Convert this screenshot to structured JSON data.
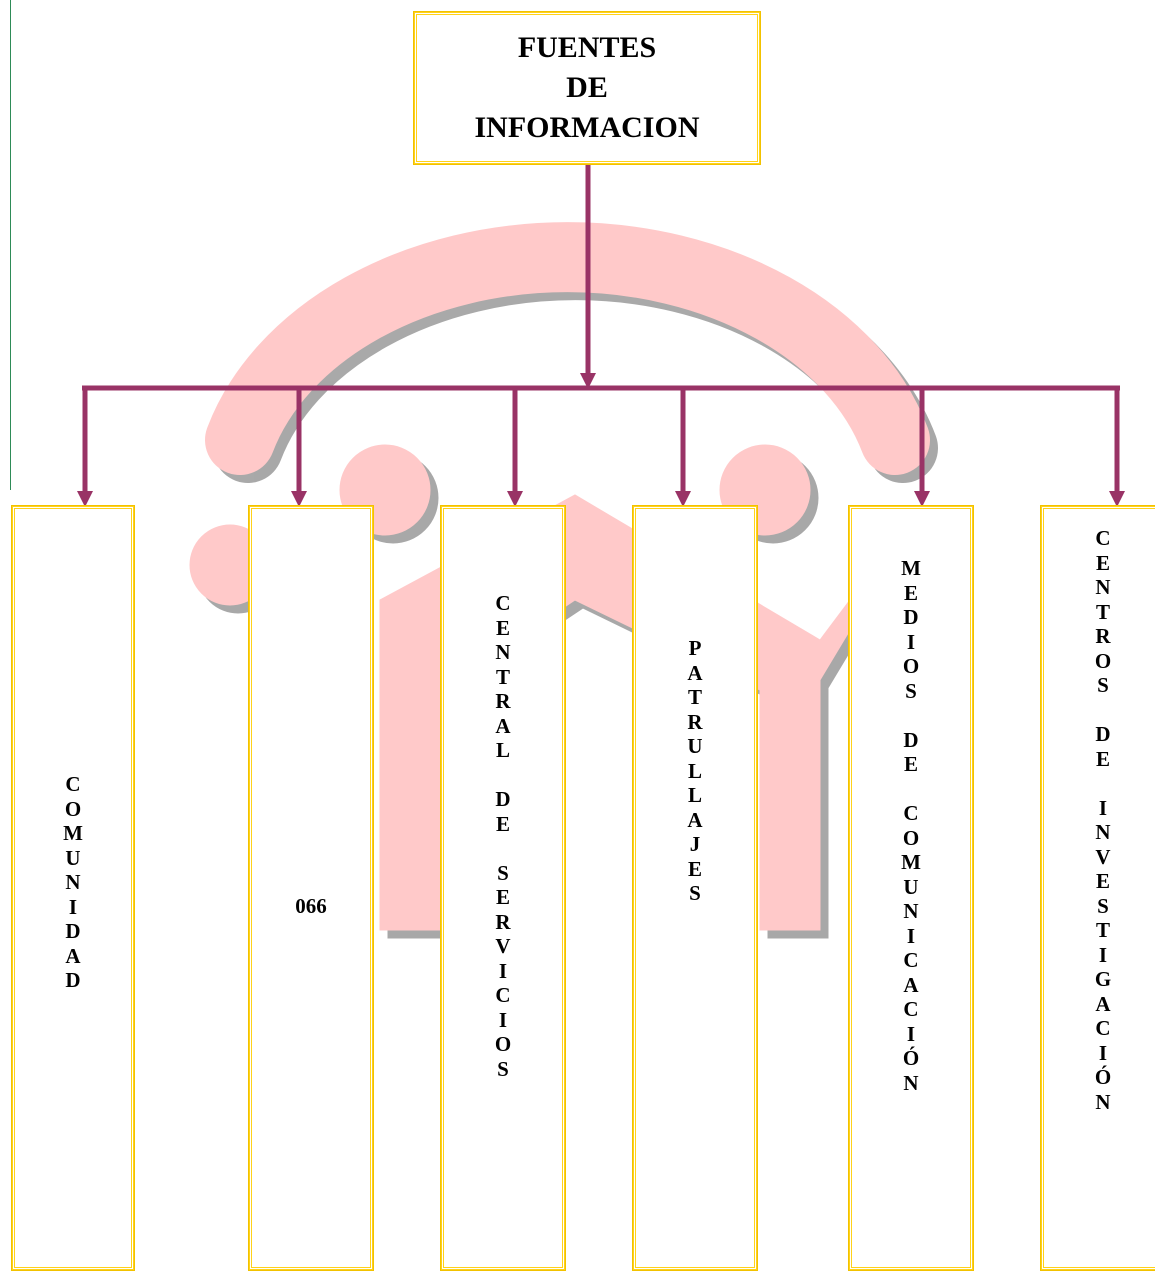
{
  "root": {
    "lines": [
      "FUENTES",
      "DE",
      "INFORMACION"
    ]
  },
  "nodes": [
    {
      "id": "comunidad",
      "text": "COMUNIDAD",
      "orientation": "vertical"
    },
    {
      "id": "066",
      "text": "066",
      "orientation": "horizontal"
    },
    {
      "id": "central-de-servicios",
      "text": "CENTRAL DE SERVICIOS",
      "orientation": "vertical"
    },
    {
      "id": "patrullajes",
      "text": "PATRULLAJES",
      "orientation": "vertical"
    },
    {
      "id": "medios-de-comunicacion",
      "text": "MEDIOS DE COMUNICACIÓN",
      "orientation": "vertical"
    },
    {
      "id": "centros-de-investigacion",
      "text": "CENTROS DE INVESTIGACIÓN",
      "orientation": "vertical"
    }
  ],
  "colors": {
    "connector": "#993366",
    "box_border": "#ffd21a",
    "watermark": "#ffc9c9",
    "watermark_shadow": "#9a9a9a",
    "left_rule": "#2e8b57"
  },
  "icons": [
    "arrow-down-icon",
    "watermark-logo"
  ]
}
